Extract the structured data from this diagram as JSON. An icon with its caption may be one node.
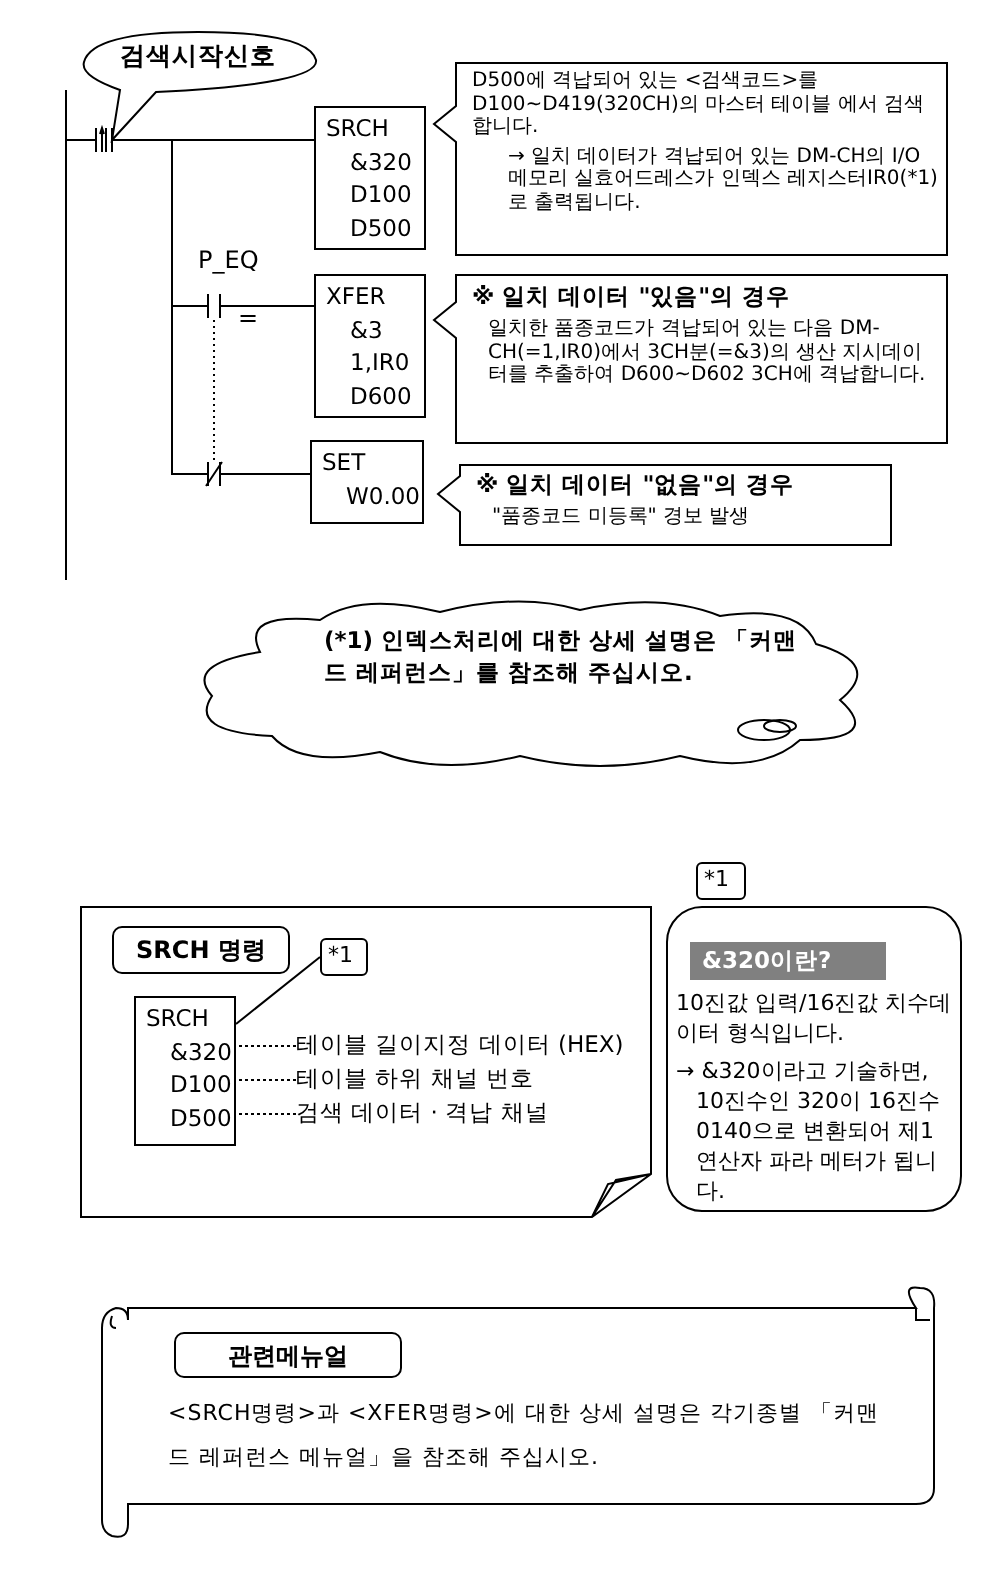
{
  "diagram": {
    "nodes": [
      {
        "text": [
          "검색시작신호"
        ]
      },
      {
        "text": [
          "SRCH",
          "&320",
          "D100",
          "D500"
        ]
      },
      {
        "text": [
          "D500에 격납되어 있는 <검색코드>를 D100~D419(320CH)의 마스터 테이블 에서 검색합니다.",
          "→ 일치 데이터가 격납되어 있는 DM-CH의 I/O 메모리 실효어드레스가 인덱스 레지스터IR0(*1)로 출력됩니다."
        ]
      },
      {
        "text": [
          "XFER",
          "&3",
          "1,IR0",
          "D600"
        ]
      },
      {
        "text": [
          "※ 일치 데이터 \"있음\"의 경우",
          "일치한 품종코드가 격납되어 있는 다음 DM-CH(=1,IR0)에서 3CH분(=&3)의 생산 지시데이터를 추출하여 D600~D602 3CH에 격납합니다."
        ]
      },
      {
        "text": [
          "SET",
          "W0.00"
        ]
      },
      {
        "text": [
          "※ 일치 데이터 \"없음\"의 경우",
          "\"품종코드 미등록\" 경보 발생"
        ]
      },
      {
        "text": [
          "(*1) 인덱스처리에 대한 상세 설명은 「커맨드 레퍼런스」를 참조해 주십시오."
        ]
      },
      {
        "text": [
          "*1"
        ]
      },
      {
        "text": [],
        "shape": "box"
      },
      {
        "text": [
          "SRCH 명령"
        ],
        "in": 9
      },
      {
        "text": [
          "*1"
        ],
        "in": 9
      },
      {
        "text": [
          "SRCH",
          "&320",
          "D100",
          "D500"
        ],
        "in": 9
      },
      {
        "text": [
          "테이블 길이지정 데이터 (HEX)"
        ],
        "in": 9
      },
      {
        "text": [
          "테이블 하위 채널 번호"
        ],
        "in": 9
      },
      {
        "text": [
          "검색 데이터 · 격납 채널"
        ],
        "in": 9
      },
      {
        "text": [
          "&320이란?",
          "10진값 입력/16진값 치수데이터 형식입니다.",
          "→ &320이라고 기술하면, 10진수인 320이 16진수 0140으로 변환되어 제1연산자 파라 메터가 됩니다."
        ]
      },
      {
        "text": [
          "<SRCH명령>과 <XFER명령>에 대한 상세 설명은 각기종별 「커맨드 레퍼런스 메뉴얼」을 참조해 주십시오."
        ]
      },
      {
        "text": [
          "관련메뉴얼"
        ],
        "in": 17
      }
    ],
    "edges": [
      {
        "from": 11,
        "to": 12,
        "arrow": "none"
      },
      {
        "from": 13,
        "to": 12,
        "arrow": "none",
        "style": "dashed"
      },
      {
        "from": 14,
        "to": 12,
        "arrow": "none",
        "style": "dashed"
      },
      {
        "from": 15,
        "to": 12,
        "arrow": "none",
        "style": "dashed"
      }
    ],
    "labels": [
      "P_EQ",
      "="
    ]
  }
}
